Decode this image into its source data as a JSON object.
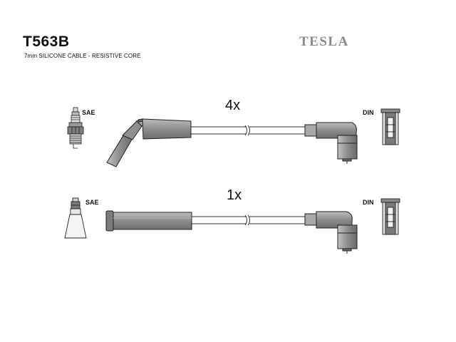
{
  "header": {
    "part_number": "T563B",
    "spec": "7mm SILICONE CABLE - RESISTIVE CORE",
    "brand": "TESLA"
  },
  "cables": [
    {
      "quantity": "4x",
      "left_label": "SAE",
      "right_label": "DIN",
      "left_terminal_icon": "spark-plug-icon",
      "left_boot_icon": "angled-boot-icon",
      "right_boot_icon": "right-angle-boot-icon",
      "right_terminal_icon": "din-connector-icon"
    },
    {
      "quantity": "1x",
      "left_label": "SAE",
      "right_label": "DIN",
      "left_terminal_icon": "coil-terminal-icon",
      "left_boot_icon": "straight-boot-icon",
      "right_boot_icon": "right-angle-boot-icon",
      "right_terminal_icon": "din-connector-icon"
    }
  ],
  "colors": {
    "boot_fill": "#9a9a9a",
    "boot_stroke": "#222222",
    "cable_stroke": "#333333",
    "brand_color": "#8a8a8a"
  }
}
